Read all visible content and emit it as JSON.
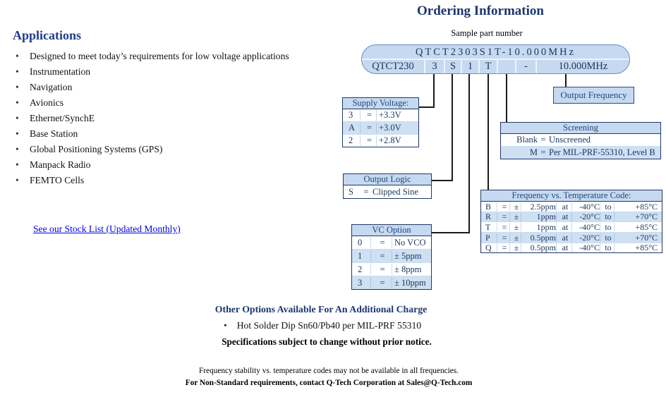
{
  "applications": {
    "title": "Applications",
    "items": [
      "Designed to meet today’s requirements for low voltage applications",
      "Instrumentation",
      "Navigation",
      "Avionics",
      "Ethernet/SynchE",
      "Base Station",
      "Global Positioning Systems (GPS)",
      "Manpack Radio",
      "FEMTO Cells"
    ],
    "stock_link": "See our Stock List (Updated Monthly)"
  },
  "ordering": {
    "title": "Ordering Information",
    "sample_label": "Sample part number",
    "part_number_full": "QTCT2303S1T-10.000MHz",
    "segments": [
      "QTCT230",
      "3",
      "S",
      "1",
      "T",
      "",
      "-",
      "10.000MHz"
    ],
    "output_frequency_label": "Output Frequency",
    "tables": {
      "supply_voltage": {
        "title": "Supply Voltage:",
        "rows": [
          {
            "code": "3",
            "eq": "=",
            "value": "+3.3V"
          },
          {
            "code": "A",
            "eq": "=",
            "value": "+3.0V"
          },
          {
            "code": "2",
            "eq": "=",
            "value": "+2.8V"
          }
        ]
      },
      "output_logic": {
        "title": "Output Logic",
        "rows": [
          {
            "code": "S",
            "eq": "=",
            "value": "Clipped Sine"
          }
        ]
      },
      "vc_option": {
        "title": "VC Option",
        "rows": [
          {
            "code": "0",
            "eq": "=",
            "value": "No VCO"
          },
          {
            "code": "1",
            "eq": "=",
            "value": "± 5ppm"
          },
          {
            "code": "2",
            "eq": "=",
            "value": "± 8ppm"
          },
          {
            "code": "3",
            "eq": "=",
            "value": "± 10ppm"
          }
        ]
      },
      "screening": {
        "title": "Screening",
        "rows": [
          {
            "code": "Blank",
            "eq": "=",
            "value": "Unscreened"
          },
          {
            "code": "M",
            "eq": "=",
            "value": "Per MIL-PRF-55310, Level B"
          }
        ]
      },
      "freq_temp": {
        "title": "Frequency vs. Temperature Code:",
        "rows": [
          {
            "code": "B",
            "eq": "=",
            "pm": "±",
            "value": "2.5ppm",
            "at": "at",
            "low": "-40°C",
            "to": "to",
            "high": "+85°C"
          },
          {
            "code": "R",
            "eq": "=",
            "pm": "±",
            "value": "1ppm",
            "at": "at",
            "low": "-20°C",
            "to": "to",
            "high": "+70°C"
          },
          {
            "code": "T",
            "eq": "=",
            "pm": "±",
            "value": "1ppm",
            "at": "at",
            "low": "-40°C",
            "to": "to",
            "high": "+85°C"
          },
          {
            "code": "P",
            "eq": "=",
            "pm": "±",
            "value": "0.5ppm",
            "at": "at",
            "low": "-20°C",
            "to": "to",
            "high": "+70°C"
          },
          {
            "code": "Q",
            "eq": "=",
            "pm": "±",
            "value": "0.5ppm",
            "at": "at",
            "low": "-40°C",
            "to": "to",
            "high": "+85°C"
          }
        ]
      }
    }
  },
  "footer": {
    "other_options_title": "Other Options Available For An Additional Charge",
    "other_options_item": "Hot Solder Dip Sn60/Pb40 per MIL-PRF 55310",
    "specs_note": "Specifications subject to change without prior notice.",
    "availability_note": "Frequency stability vs. temperature codes may not be available in all frequencies.",
    "contact_note": "For Non-Standard requirements, contact Q-Tech Corporation at Sales@Q-Tech.com"
  },
  "colors": {
    "accent_fill": "#c6d9f0",
    "accent_border": "#1f3864",
    "pill_border": "#6b8ebf",
    "heading_blue": "#1c366e",
    "navy_text": "#17365d",
    "link_blue": "#0000ee"
  }
}
